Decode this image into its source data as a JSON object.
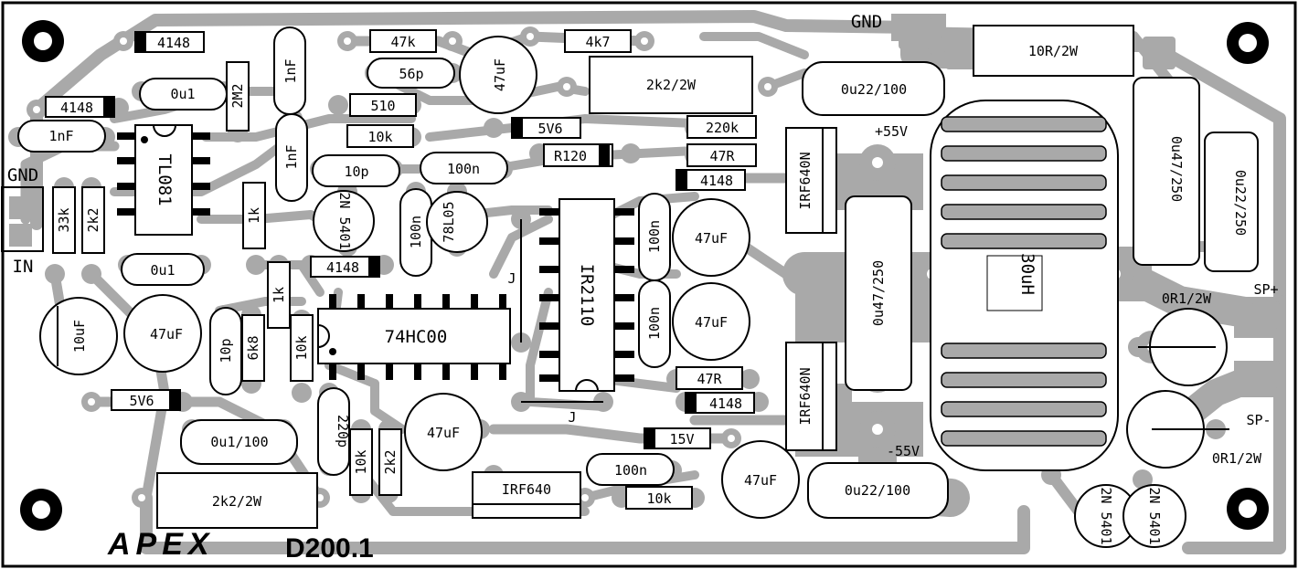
{
  "board": {
    "brand": "APEX",
    "model": "D200.1",
    "colors": {
      "copper": "#a9a9a9",
      "outline": "#000000",
      "background": "#ffffff"
    }
  },
  "labels": {
    "gnd_top": "GND",
    "gnd_left": "GND",
    "in": "IN",
    "p55v": "+55V",
    "m55v": "-55V",
    "sp_plus": "SP+",
    "sp_minus": "SP-",
    "jumper": "J"
  },
  "components": {
    "d4148_top": "4148",
    "c1nf_a": "1nF",
    "r47k": "47k",
    "c56p": "56p",
    "c47uf_top": "47uF",
    "r4k7": "4k7",
    "r10r2w": "10R/2W",
    "d4148_left": "4148",
    "c0u1_a": "0u1",
    "r2m2": "2M2",
    "r510": "510",
    "r2k2_2w_top": "2k2/2W",
    "c0u22_100_top": "0u22/100",
    "c1nf_b": "1nF",
    "c1nf_c": "1nF",
    "r10k_a": "10k",
    "d5v6_a": "5V6",
    "r220k": "220k",
    "ic_tl081": "TL081",
    "c10p_a": "10p",
    "c100n_a": "100n",
    "r120": "R120",
    "r47r_a": "47R",
    "q_irf640n_a": "IRF640N",
    "c0u47_250_right": "0u47/250",
    "c0u22_250": "0u22/250",
    "r33k": "33k",
    "r2k2_a": "2k2",
    "r1k_a": "1k",
    "q_2n5401_a": "2N 5401",
    "c100n_b": "100n",
    "reg_78l05": "78L05",
    "d4148_b": "4148",
    "ic_ir2110": "IR2110",
    "c100n_c": "100n",
    "c47uf_a": "47uF",
    "c0u47_250_mid": "0u47/250",
    "l30uh": "30uH",
    "c0u1_b": "0u1",
    "d4148_c": "4148",
    "r1k_b": "1k",
    "c10uf": "10uF",
    "c47uf_b": "47uF",
    "c10p_b": "10p",
    "r6k8": "6k8",
    "r10k_b": "10k",
    "ic_74hc00": "74HC00",
    "c100n_d": "100n",
    "c47uf_c": "47uF",
    "r0r1_a": "0R1/2W",
    "r47r_b": "47R",
    "d4148_d": "4148",
    "q_irf640n_b": "IRF640N",
    "d5v6_b": "5V6",
    "c220p": "220p",
    "c47uf_d": "47uF",
    "c0u1_100": "0u1/100",
    "r10k_c": "10k",
    "r2k2_b": "2k2",
    "d15v": "15V",
    "r0r1_b": "0R1/2W",
    "c100n_e": "100n",
    "q_irf640": "IRF640",
    "r10k_d": "10k",
    "c47uf_e": "47uF",
    "c0u22_100_bot": "0u22/100",
    "r2k2_2w_bot": "2k2/2W",
    "q_2n5401_b": "2N 5401",
    "q_2n5401_c": "2N 5401"
  }
}
